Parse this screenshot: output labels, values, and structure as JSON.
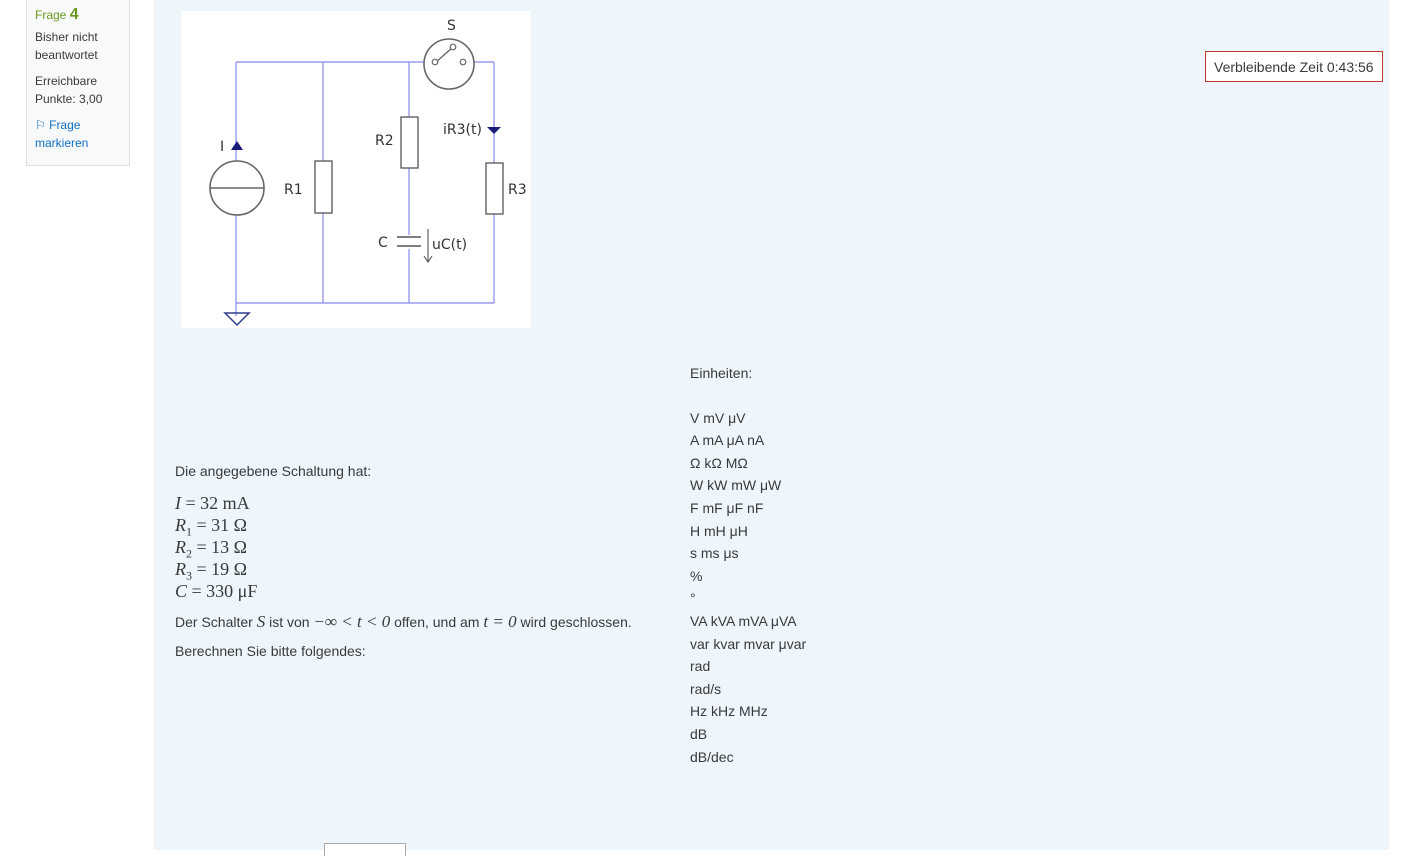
{
  "question_info": {
    "label": "Frage",
    "number": "4",
    "state": "Bisher nicht beantwortet",
    "grade": "Erreichbare Punkte: 3,00",
    "flag_label": "Frage markieren"
  },
  "timer": {
    "text": "Verbleibende Zeit 0:43:56"
  },
  "diagram": {
    "labels": {
      "switch": "S",
      "current_source": "I",
      "r1": "R1",
      "r2": "R2",
      "r3": "R3",
      "cap": "C",
      "ir3": "iR3(t)",
      "uc": "uC(t)"
    }
  },
  "question": {
    "intro": "Die angegebene Schaltung hat:",
    "values": [
      {
        "sym": "I",
        "sub": "",
        "eq": "= 32 mA"
      },
      {
        "sym": "R",
        "sub": "1",
        "eq": "= 31 Ω"
      },
      {
        "sym": "R",
        "sub": "2",
        "eq": "= 13 Ω"
      },
      {
        "sym": "R",
        "sub": "3",
        "eq": "= 19 Ω"
      },
      {
        "sym": "C",
        "sub": "",
        "eq": "= 330 μF"
      }
    ],
    "switch_text_a": "Der Schalter",
    "switch_sym": "S",
    "switch_text_b": "ist von",
    "switch_range": "−∞ < t < 0",
    "switch_text_c": "offen, und am",
    "switch_time": "t = 0",
    "switch_text_d": "wird geschlossen.",
    "task": "Berechnen Sie bitte folgendes:"
  },
  "units": {
    "heading": "Einheiten:",
    "items": [
      "V mV  μV",
      "A mA  μA nA",
      "Ω kΩ MΩ",
      "W kW mW μW",
      "F mF μF nF",
      "H mH μH",
      "s ms μs",
      "%",
      "°",
      "VA kVA mVA μVA",
      "var kvar mvar μvar",
      "rad",
      "rad/s",
      "Hz kHz MHz",
      "dB",
      "dB/dec"
    ]
  }
}
